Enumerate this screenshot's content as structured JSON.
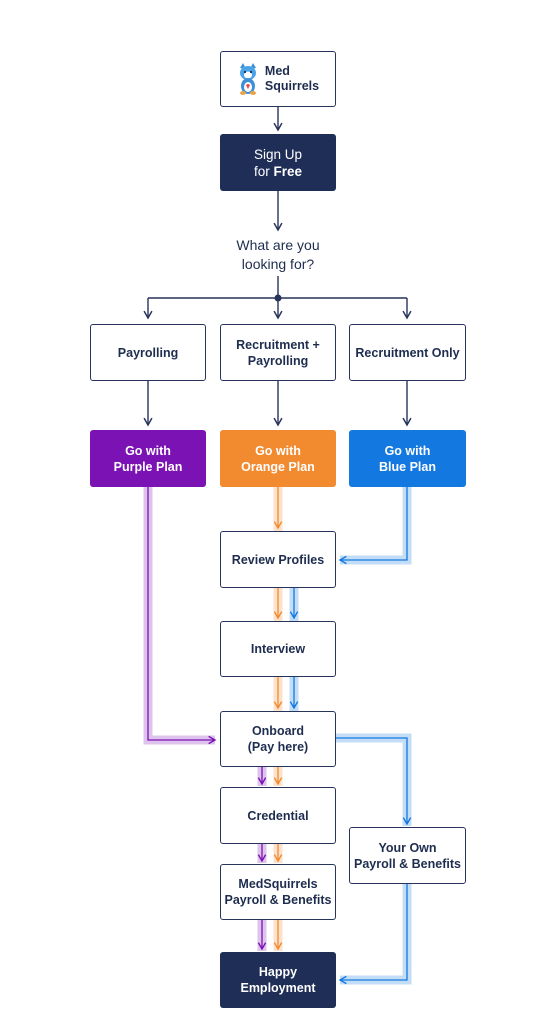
{
  "logo": {
    "line1": "Med",
    "line2": "Squirrels"
  },
  "signup": {
    "line1": "Sign Up",
    "line2_prefix": "for ",
    "line2_bold": "Free"
  },
  "question": {
    "line1": "What are you",
    "line2": "looking for?"
  },
  "options": {
    "payrolling": "Payrolling",
    "recruit_payroll": {
      "line1": "Recruitment +",
      "line2": "Payrolling"
    },
    "recruitment_only": "Recruitment Only"
  },
  "plans": {
    "purple": {
      "line1": "Go with",
      "line2": "Purple Plan",
      "color": "#7b12b3"
    },
    "orange": {
      "line1": "Go with",
      "line2": "Orange Plan",
      "color": "#f28a30"
    },
    "blue": {
      "line1": "Go with",
      "line2": "Blue Plan",
      "color": "#1378e0"
    }
  },
  "steps": {
    "review": "Review Profiles",
    "interview": "Interview",
    "onboard": {
      "line1": "Onboard",
      "line2": "(Pay here)"
    },
    "credential": "Credential",
    "medsquirrels_payroll": {
      "line1": "MedSquirrels",
      "line2": "Payroll & Benefits"
    },
    "own_payroll": {
      "line1": "Your Own",
      "line2": "Payroll & Benefits"
    },
    "happy": {
      "line1": "Happy",
      "line2": "Employment"
    }
  },
  "colors": {
    "navy": "#1f2e57",
    "arrow": "#27345a",
    "purple_path": "#7b12b3",
    "orange_path": "#f28a30",
    "blue_path": "#1378e0"
  }
}
